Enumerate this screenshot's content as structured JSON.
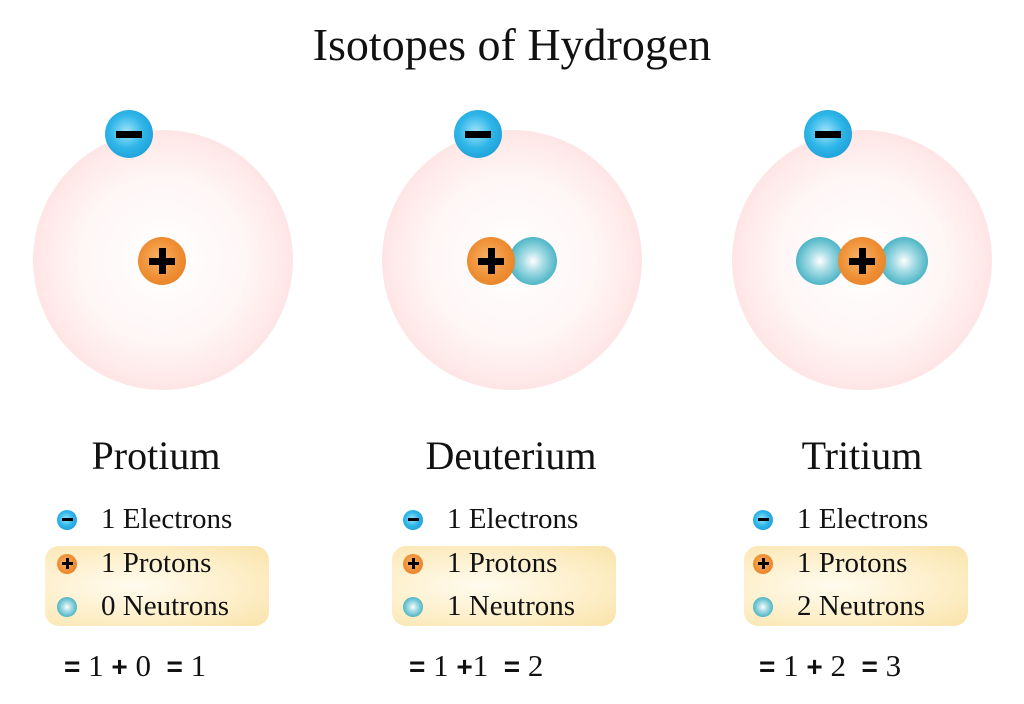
{
  "title": "Isotopes of Hydrogen",
  "colors": {
    "electron": "#1fa3dc",
    "proton": "#ee8d32",
    "neutron": "#4fb6c6",
    "orbit": "#ffd0d0",
    "legend_highlight": "#fbe8b8"
  },
  "isotopes": [
    {
      "name": "Protium",
      "electrons_label": "1 Electrons",
      "protons_label": "1 Protons",
      "neutrons_label": "0 Neutrons",
      "eq": {
        "sign1": "=",
        "a": "1",
        "op": "+",
        "b": "0",
        "sign2": "=",
        "result": "1"
      },
      "electrons": 1,
      "protons": 1,
      "neutrons": 0,
      "mass_number": 1
    },
    {
      "name": "Deuterium",
      "electrons_label": "1 Electrons",
      "protons_label": "1 Protons",
      "neutrons_label": "1 Neutrons",
      "eq": {
        "sign1": "=",
        "a": "1",
        "op": "+",
        "b": "1",
        "sign2": "=",
        "result": "2"
      },
      "electrons": 1,
      "protons": 1,
      "neutrons": 1,
      "mass_number": 2
    },
    {
      "name": "Tritium",
      "electrons_label": "1 Electrons",
      "protons_label": "1 Protons",
      "neutrons_label": "2 Neutrons",
      "eq": {
        "sign1": "=",
        "a": "1",
        "op": "+",
        "b": "2",
        "sign2": "=",
        "result": "3"
      },
      "electrons": 1,
      "protons": 1,
      "neutrons": 2,
      "mass_number": 3
    }
  ]
}
